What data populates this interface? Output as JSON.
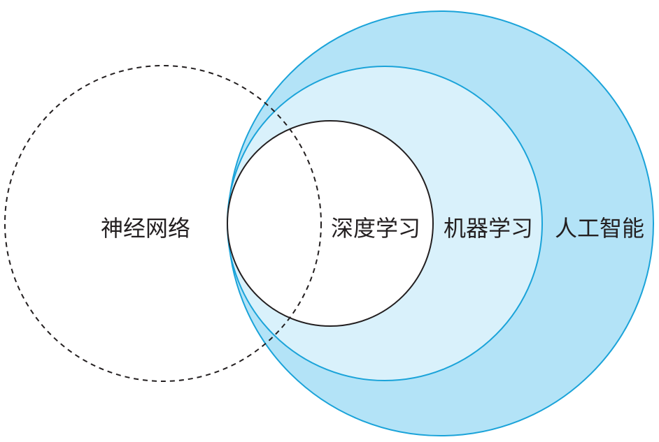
{
  "diagram": {
    "type": "venn",
    "colors": {
      "outer_fill": "#b3e3f7",
      "middle_fill": "#d9f1fb",
      "inner_fill": "#ffffff",
      "blue_stroke": "#1aa3d9",
      "dark_stroke": "#231f20",
      "text": "#231f20"
    },
    "sets": {
      "ai": {
        "label": "人工智能"
      },
      "ml": {
        "label": "机器学习"
      },
      "dl": {
        "label": "深度学习"
      },
      "nn": {
        "label": "神经网络"
      }
    }
  }
}
